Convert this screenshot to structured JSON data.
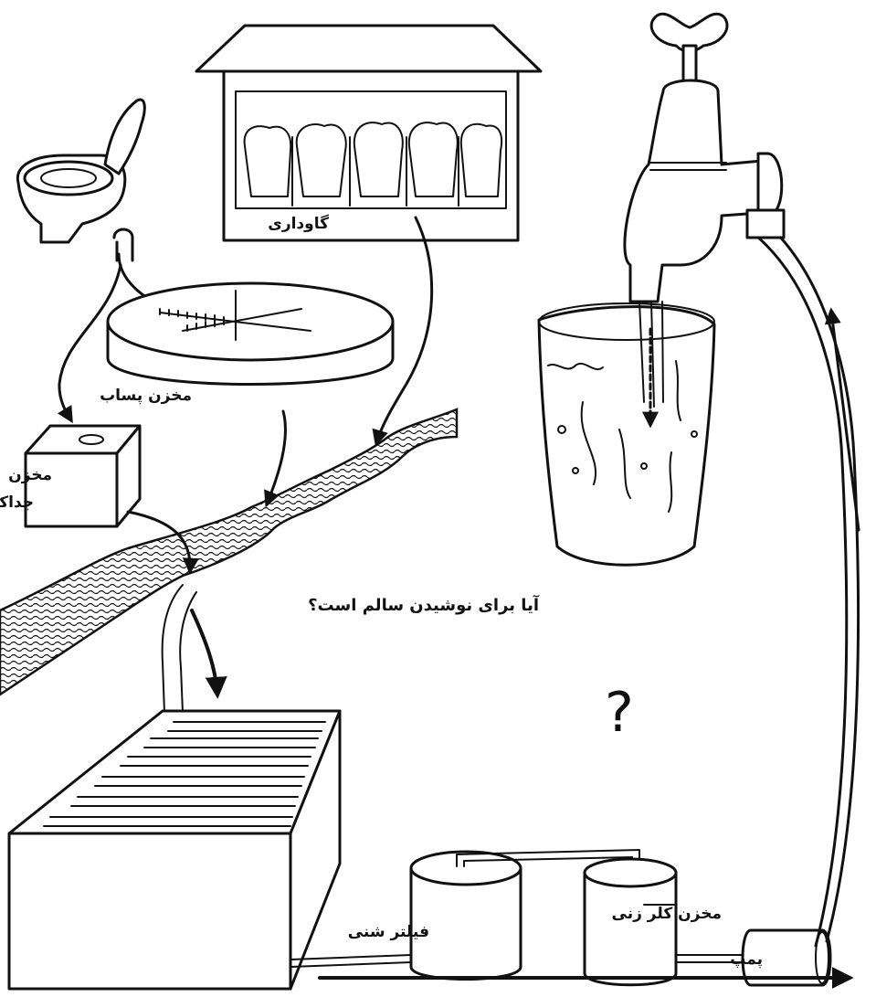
{
  "labels": {
    "dairy_farm": "گاوداری",
    "wastewater_tank": "مخزن پساب",
    "separator_tank_line1": "مخزن",
    "separator_tank_line2": "جداکننده",
    "question": "آیا برای نوشیدن سالم است؟",
    "question_mark": "?",
    "sand_filter": "فیلتر شنی",
    "chlorination_tank": "مخزن کلر زنی",
    "pump": "پمپ"
  },
  "icons": [
    "toilet-icon",
    "cows-barn-icon",
    "faucet-icon",
    "water-glass-icon",
    "river-icon"
  ],
  "colors": {
    "ink": "#111111",
    "paper": "#ffffff"
  }
}
